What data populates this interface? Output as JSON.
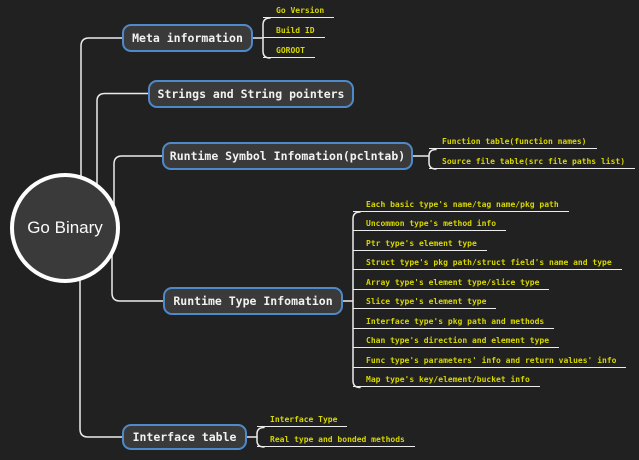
{
  "root": {
    "label": "Go Binary"
  },
  "colors": {
    "background": "#212121",
    "node_fill": "#3a3a3a",
    "branch_border_blue": "#4e8ac9",
    "root_border_white": "#fdfdfd",
    "branch_text": "#f2f2f2",
    "child_text_yellow": "#d6d600",
    "connector_line": "#ececec"
  },
  "branches": [
    {
      "label": "Meta information",
      "children": [
        "Go Version",
        "Build ID",
        "GOROOT"
      ]
    },
    {
      "label": "Strings and String pointers",
      "children": []
    },
    {
      "label": "Runtime Symbol Infomation(pclntab)",
      "children": [
        "Function table(function names)",
        "Source file table(src file paths list)"
      ]
    },
    {
      "label": "Runtime Type Infomation",
      "children": [
        "Each basic type's name/tag name/pkg path",
        "Uncommon type's method info",
        "Ptr type's element type",
        "Struct type's pkg path/struct field's name and type",
        "Array type's element type/slice type",
        "Slice type's element type",
        "Interface type's pkg path and methods",
        "Chan type's direction and element type",
        "Func type's parameters' info and return values' info",
        "Map type's key/element/bucket info"
      ]
    },
    {
      "label": "Interface table",
      "children": [
        "Interface Type",
        "Real type and bonded methods"
      ]
    }
  ]
}
